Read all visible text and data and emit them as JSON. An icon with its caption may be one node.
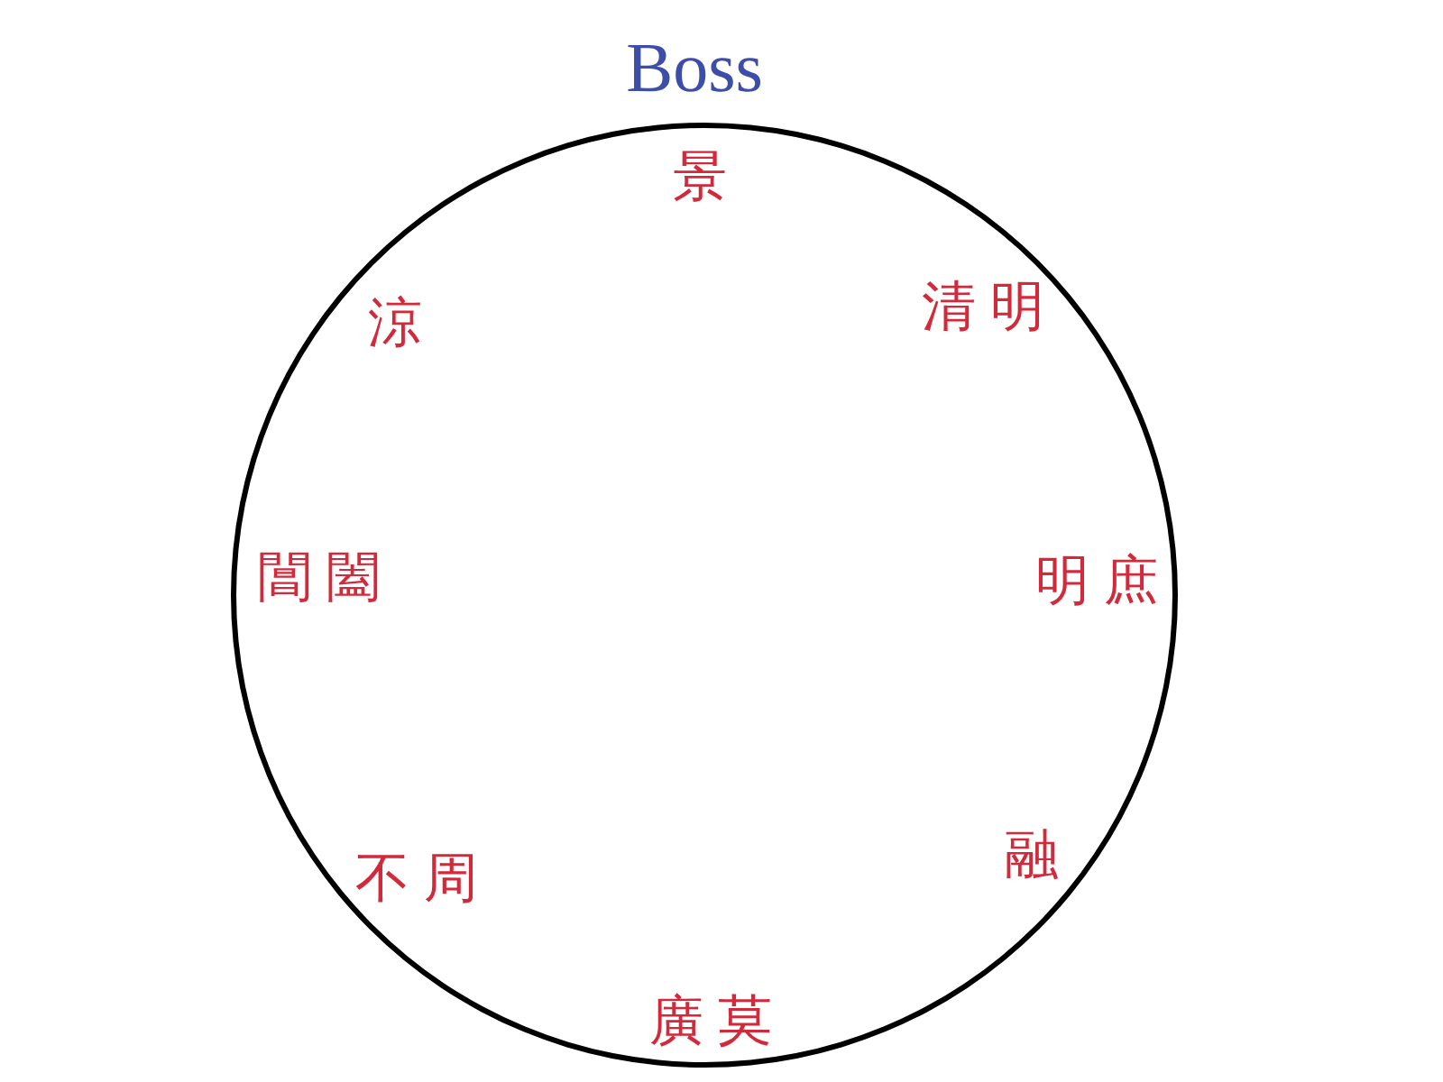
{
  "diagram": {
    "title": "Boss",
    "nodes": [
      {
        "text": [
          "景",
          "涼",
          "清明",
          "閶闔",
          "明庶",
          "不周",
          "融",
          "廣莫"
        ]
      }
    ]
  }
}
